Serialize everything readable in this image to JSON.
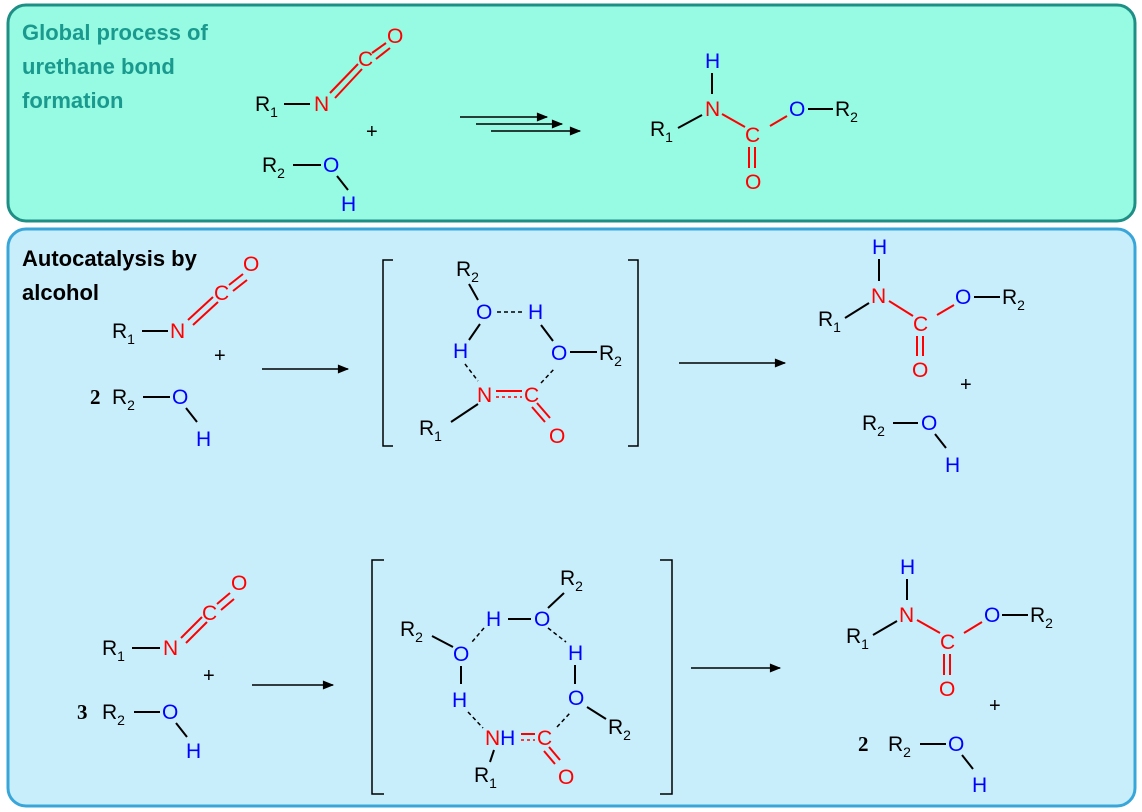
{
  "colors": {
    "top_panel_fill": "#97FAE2",
    "top_panel_border": "#1F8F86",
    "bottom_panel_fill": "#C9EEFB",
    "bottom_panel_border": "#39A6D9",
    "nitrogen": "#FF0000",
    "carbon": "#FF0000",
    "oxygen_alcohol": "#0000FF",
    "hydrogen": "#0000FF",
    "top_title": "#1A9A8E",
    "bottom_title": "#000000"
  },
  "panels": {
    "global": {
      "title_lines": [
        "Global process of",
        "urethane bond",
        "formation"
      ]
    },
    "autocatalysis": {
      "title_lines": [
        "Autocatalysis by",
        "alcohol"
      ]
    }
  },
  "atoms": {
    "N": "N",
    "C": "C",
    "O": "O",
    "H": "H",
    "R": "R",
    "sub1": "1",
    "sub2": "2",
    "NH": "NH"
  },
  "symbols": {
    "plus": "+"
  },
  "coefficients": {
    "two": "2",
    "three": "3"
  }
}
